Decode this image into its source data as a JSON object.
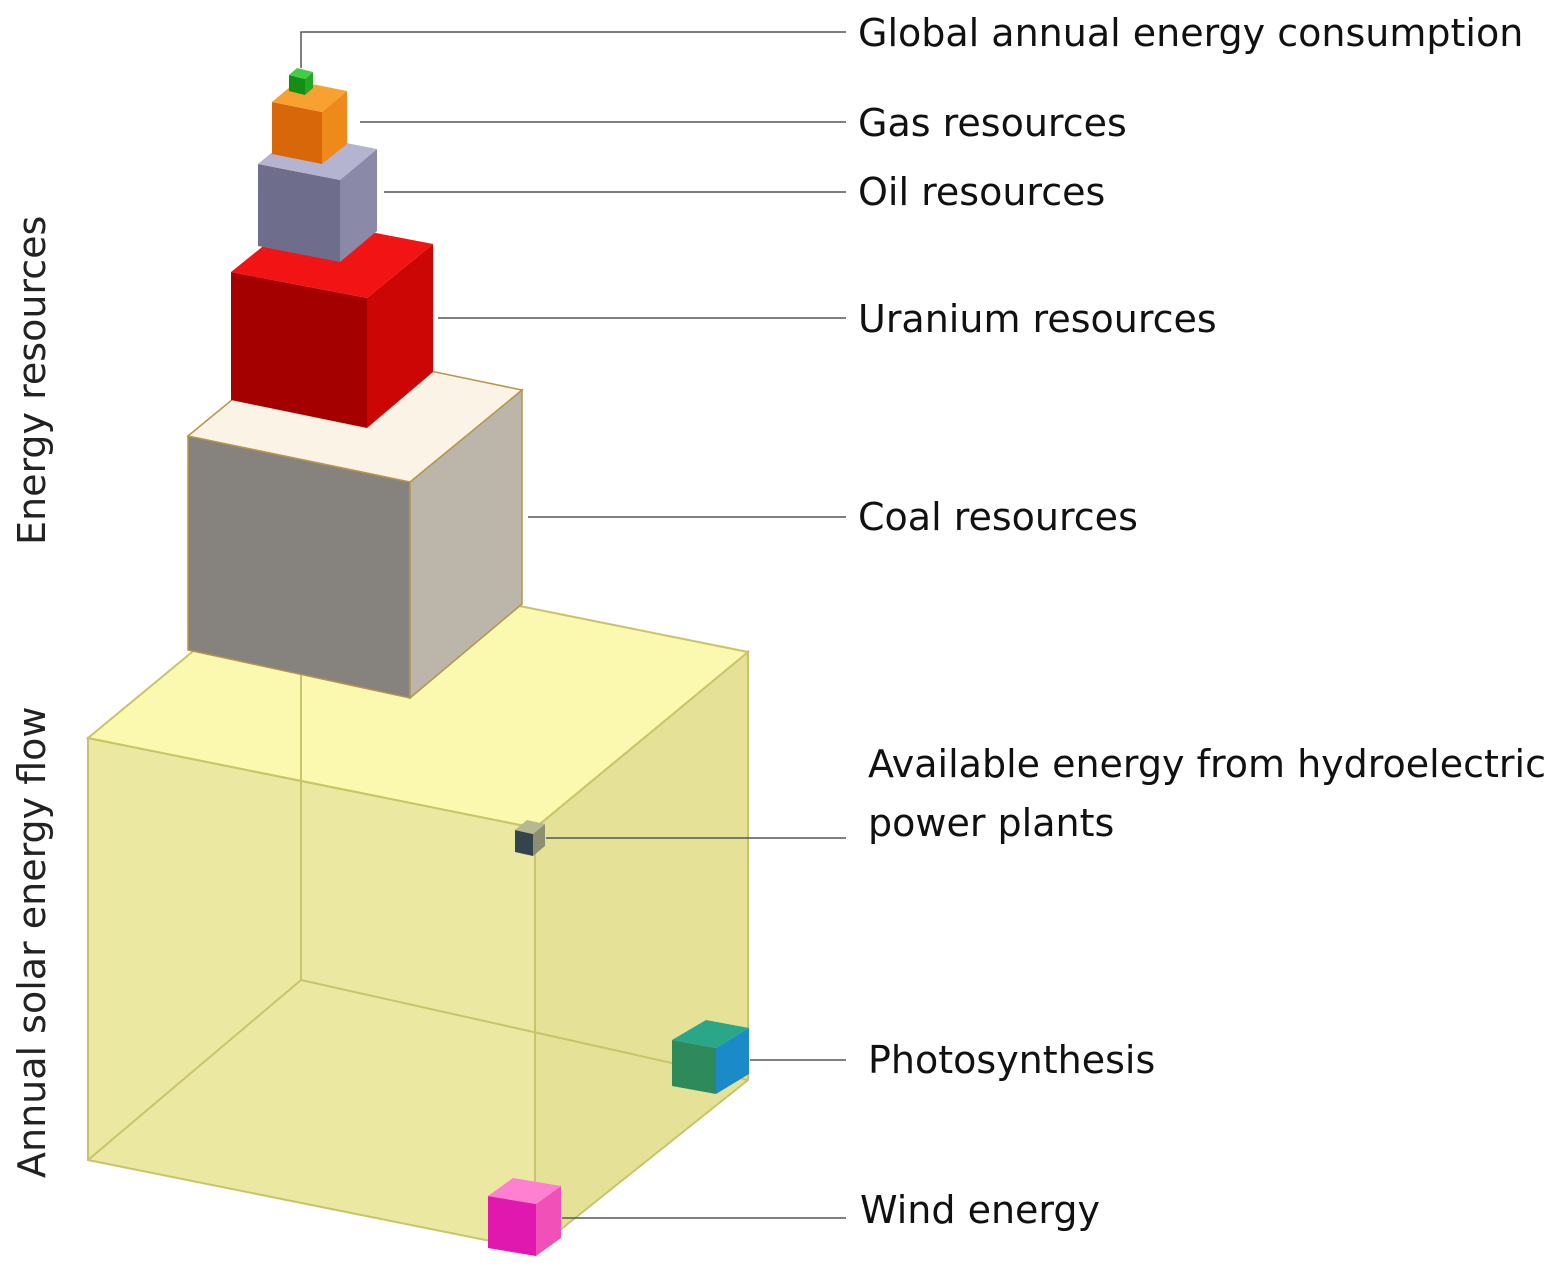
{
  "side_labels": {
    "energy_resources": "Energy resources",
    "solar_flow": "Annual solar energy flow"
  },
  "labels": {
    "global_consumption": "Global annual energy consumption",
    "gas": "Gas resources",
    "oil": "Oil resources",
    "uranium": "Uranium resources",
    "coal": "Coal resources",
    "hydro_line1": "Available energy from hydroelectric",
    "hydro_line2": "power plants",
    "photosynthesis": "Photosynthesis",
    "wind": "Wind energy"
  },
  "colors": {
    "solar": "#f5f0a0",
    "coal": "#8a8680",
    "uranium": "#cc0000",
    "oil": "#7f7f9c",
    "gas": "#e07a10",
    "global": "#1fa81f",
    "hydro": "#3a4a50",
    "photosynthesis": "#2a8a6a",
    "wind": "#e020b0",
    "leader": "#555555"
  }
}
